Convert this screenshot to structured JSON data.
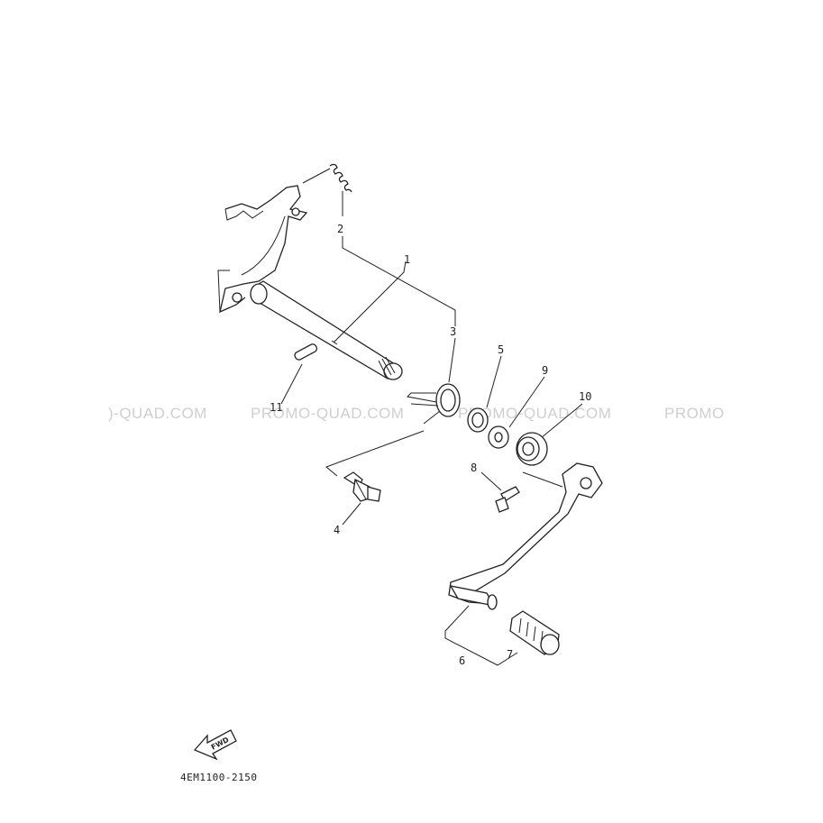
{
  "watermarks": [
    ")-QUAD.COM",
    "PROMO-QUAD.COM",
    "PROMO-QUAD.COM",
    "PROMO"
  ],
  "callouts": {
    "c1": "1",
    "c2": "2",
    "c3": "3",
    "c4": "4",
    "c5": "5",
    "c6": "6",
    "c7": "7",
    "c8": "8",
    "c9": "9",
    "c10": "10",
    "c11": "11"
  },
  "fwd_label": "FWD",
  "drawing_code": "4EM1100-2150",
  "icons": {
    "fwd": "fwd-arrow-icon"
  }
}
